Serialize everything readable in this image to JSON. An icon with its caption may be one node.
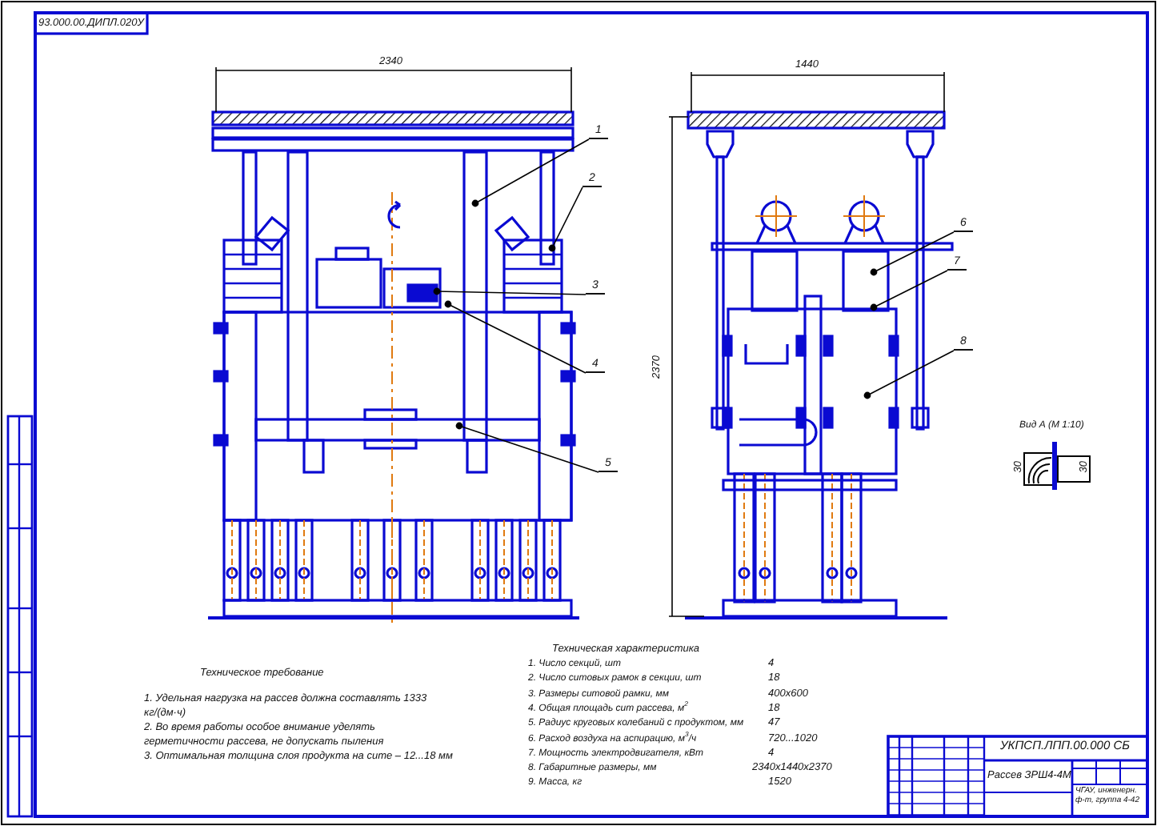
{
  "diagram": {
    "nodes": [
      {
        "text": [
          "1"
        ]
      },
      {
        "text": [
          "2"
        ]
      },
      {
        "text": [
          "3"
        ]
      },
      {
        "text": [
          "4"
        ]
      },
      {
        "text": [
          "5"
        ]
      },
      {
        "text": [
          "6"
        ]
      },
      {
        "text": [
          "7"
        ]
      },
      {
        "text": [
          "8"
        ]
      }
    ],
    "edges": [
      {
        "from": 0,
        "to": null,
        "arrow": "other"
      },
      {
        "from": 1,
        "to": null,
        "arrow": "other"
      },
      {
        "from": 2,
        "to": null,
        "arrow": "other"
      },
      {
        "from": 3,
        "to": null,
        "arrow": "other"
      },
      {
        "from": 4,
        "to": null,
        "arrow": "other"
      },
      {
        "from": 5,
        "to": null,
        "arrow": "other"
      },
      {
        "from": 6,
        "to": null,
        "arrow": "other"
      },
      {
        "from": 7,
        "to": null,
        "arrow": "other"
      }
    ],
    "labels": [
      "93.000.00.ДИПЛ.020У",
      "2340",
      "1440",
      "2370",
      "Вид А (М 1:10)",
      "30",
      "30",
      "Техническая характеристика",
      "1. Число секций, шт",
      "4",
      "2. Число ситовых рамок в секции, шт",
      "18",
      "3. Размеры ситовой рамки, мм",
      "400х600",
      "4. Общая площадь сит рассева, м$^{2}$",
      "18",
      "5. Радиус круговых колебаний с продуктом, мм",
      "47",
      "6. Расход воздуха на аспирацию, м$^{3}$/ч",
      "720...1020",
      "7. Мощность электродвигателя, кВт",
      "4",
      "8. Габаритные размеры, мм",
      "2340х1440х2370",
      "9. Масса, кг",
      "1520",
      "Техническое требование",
      "1. Удельная нагрузка на рассев должна составлять 1333 кг/(дм·ч)",
      "2. Во время работы особое внимание уделять герметичности рассева, не допускать пыления",
      "3. Оптимальная толщина слоя продукта на сите – 12...18 мм",
      "УКПСП.ЛПП.00.000 СБ",
      "Рассев ЗРШ4-4М",
      "ЧГАУ, инженерн. ф-т, группа 4-42"
    ]
  }
}
